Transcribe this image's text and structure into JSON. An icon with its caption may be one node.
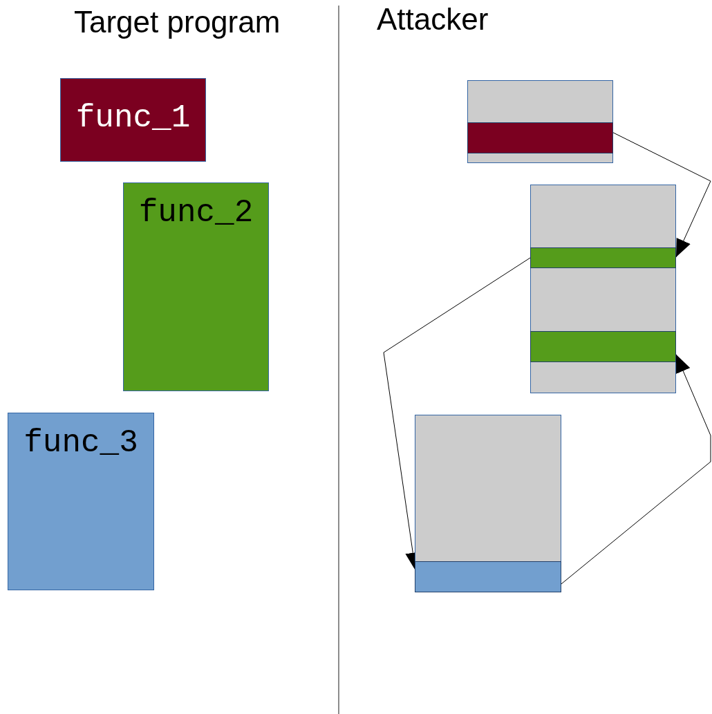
{
  "diagram": {
    "nodes": [
      {
        "text": [
          "func_1"
        ]
      },
      {
        "text": [
          "func_2"
        ]
      },
      {
        "text": [
          "func_3"
        ]
      },
      {
        "text": [],
        "shape": "box"
      },
      {
        "text": [],
        "shape": "bar",
        "in": 3
      },
      {
        "text": [],
        "shape": "box"
      },
      {
        "text": [],
        "shape": "bar",
        "in": 5
      },
      {
        "text": [],
        "shape": "bar",
        "in": 5
      },
      {
        "text": [],
        "shape": "box"
      },
      {
        "text": [],
        "shape": "bar",
        "in": 8
      }
    ],
    "edges": [
      {
        "from": 4,
        "to": 6,
        "arrow": "to"
      },
      {
        "from": 6,
        "to": 9,
        "arrow": "to"
      },
      {
        "from": 9,
        "to": 7,
        "arrow": "to"
      }
    ],
    "labels": [
      "Target program",
      "Attacker"
    ]
  }
}
